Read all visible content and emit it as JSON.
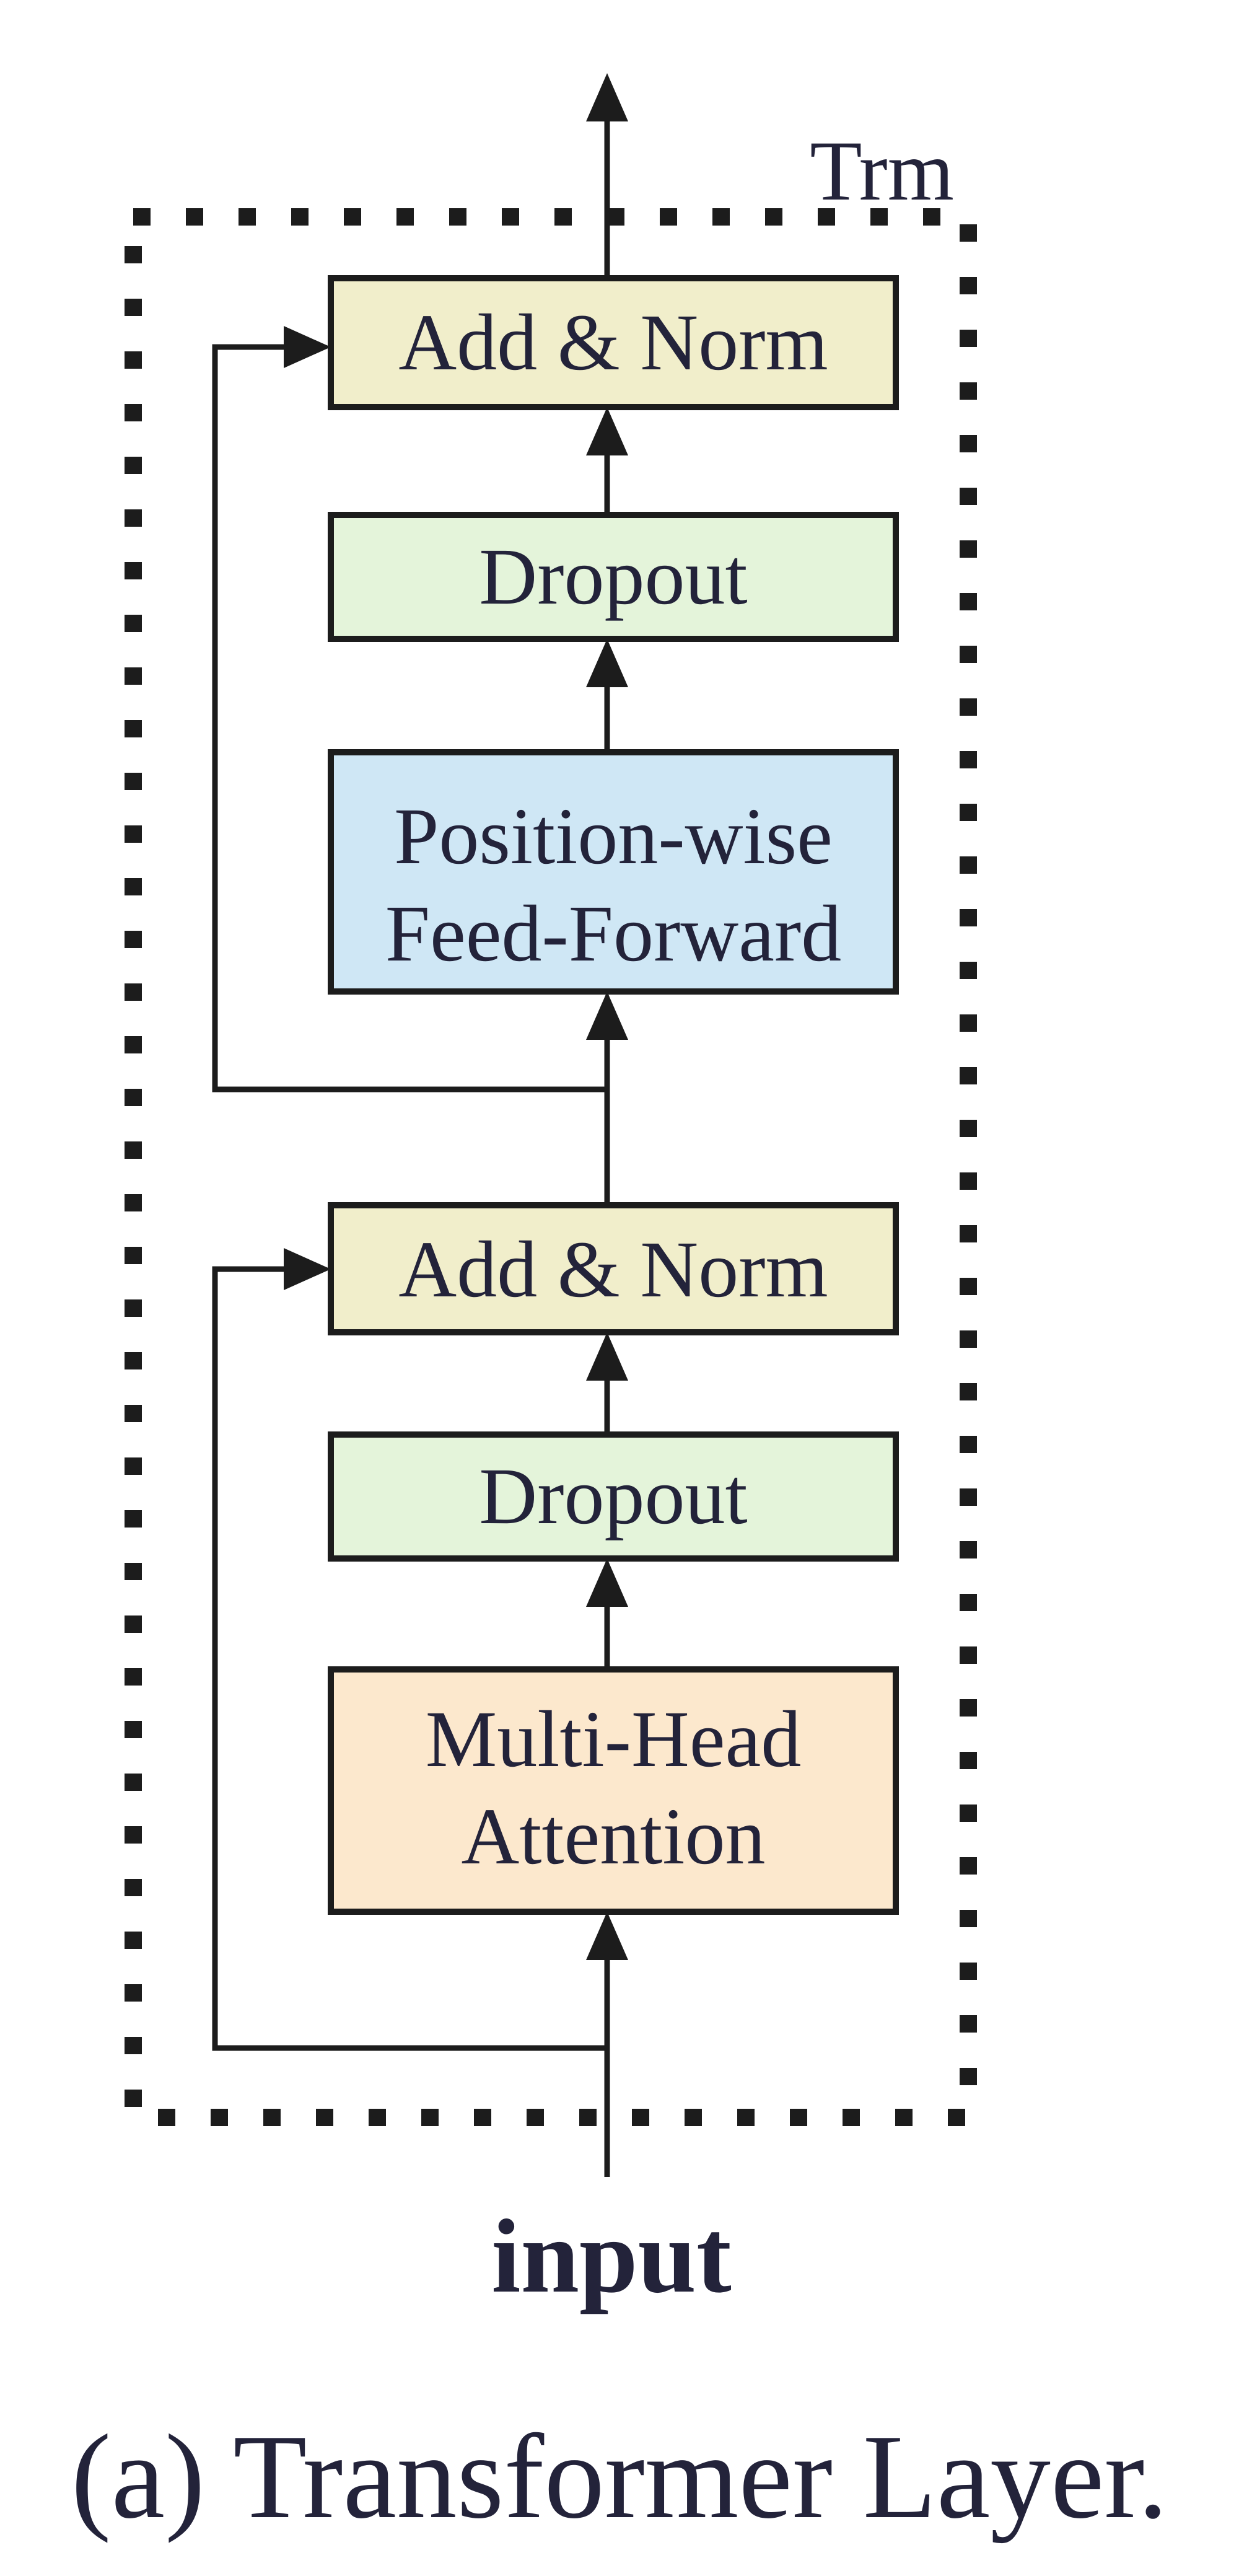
{
  "diagram": {
    "outer_label": "Trm",
    "blocks": {
      "add_norm_top": "Add & Norm",
      "dropout_top": "Dropout",
      "feed_forward_line1": "Position-wise",
      "feed_forward_line2": "Feed-Forward",
      "add_norm_bottom": "Add & Norm",
      "dropout_bottom": "Dropout",
      "attention_line1": "Multi-Head",
      "attention_line2": "Attention"
    },
    "input_label": "input",
    "caption": "(a) Transformer Layer.",
    "colors": {
      "add_norm_fill": "#f1eecb",
      "dropout_fill": "#e4f4da",
      "feed_forward_fill": "#cfe7f5",
      "attention_fill": "#fce8cd",
      "line": "#1c1c1c",
      "box_border": "#1c1c1c",
      "text": "#23233a",
      "background": "#ffffff"
    }
  }
}
